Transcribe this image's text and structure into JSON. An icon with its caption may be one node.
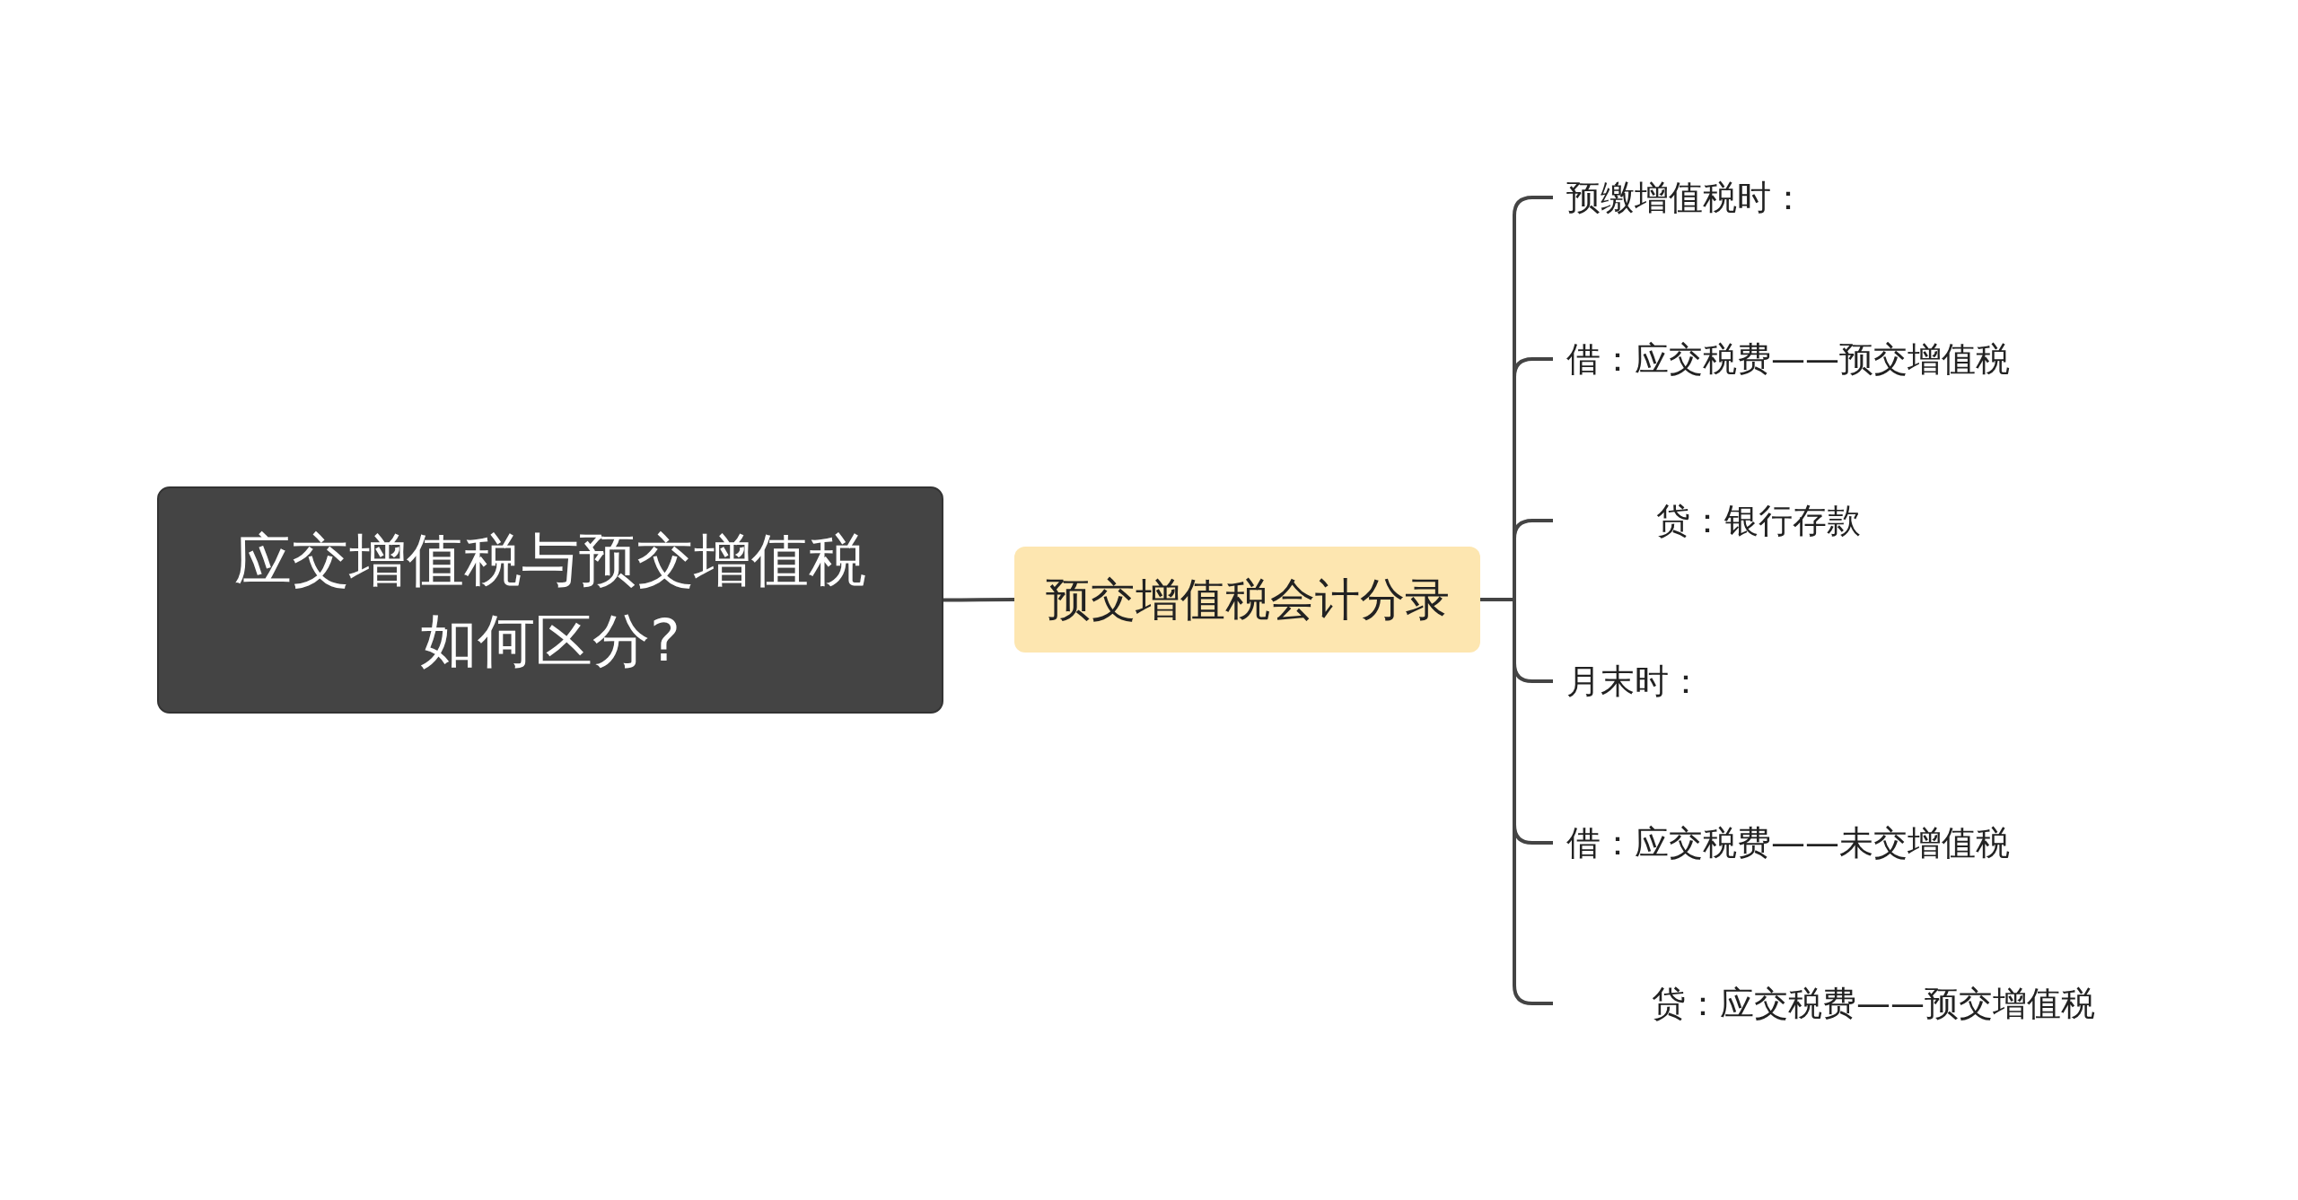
{
  "diagram": {
    "nodes": [
      {
        "text": [
          "应交增值税与预交增值税如何区分?"
        ]
      },
      {
        "text": [
          "预交增值税会计分录"
        ]
      },
      {
        "text": [
          "预缴增值税时："
        ]
      },
      {
        "text": [
          "借：应交税费——预交增值税"
        ]
      },
      {
        "text": [
          "贷：银行存款"
        ]
      },
      {
        "text": [
          "月末时："
        ]
      },
      {
        "text": [
          "借：应交税费——未交增值税"
        ]
      },
      {
        "text": [
          "贷：应交税费——预交增值税"
        ]
      }
    ],
    "edges": [
      {
        "from": 0,
        "to": 1,
        "arrow": "none"
      },
      {
        "from": 1,
        "to": 2,
        "arrow": "none"
      },
      {
        "from": 1,
        "to": 3,
        "arrow": "none"
      },
      {
        "from": 1,
        "to": 4,
        "arrow": "none"
      },
      {
        "from": 1,
        "to": 5,
        "arrow": "none"
      },
      {
        "from": 1,
        "to": 6,
        "arrow": "none"
      },
      {
        "from": 1,
        "to": 7,
        "arrow": "none"
      }
    ]
  }
}
